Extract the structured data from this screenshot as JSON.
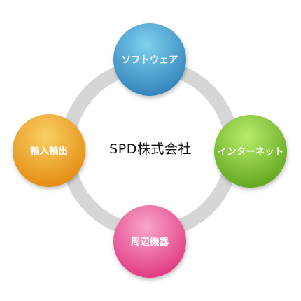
{
  "diagram": {
    "center_label": "SPD株式会社",
    "nodes": [
      {
        "id": "software",
        "label": "ソフトウェア",
        "color_light": "#7fd0ef",
        "color_dark": "#2f7fb8"
      },
      {
        "id": "internet",
        "label": "インターネット",
        "color_light": "#b8ec6a",
        "color_dark": "#5ea31c"
      },
      {
        "id": "peripherals",
        "label": "周辺機器",
        "color_light": "#f7a6c8",
        "color_dark": "#e0347f"
      },
      {
        "id": "import-export",
        "label": "輸入輸出",
        "color_light": "#f9cf63",
        "color_dark": "#e2890e"
      }
    ],
    "ring_color": "#d6d6d6"
  }
}
